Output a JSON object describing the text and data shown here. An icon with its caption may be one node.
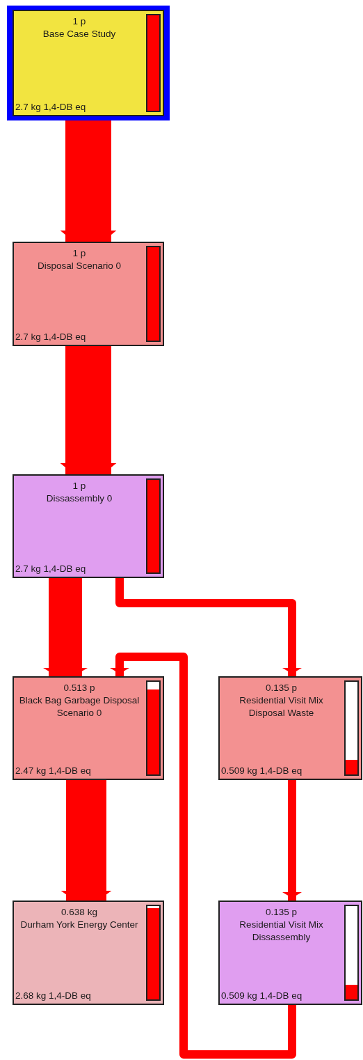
{
  "diagram": {
    "nodes": [
      {
        "text": [
          "1 p",
          "Base Case Study",
          "2.7 kg 1,4-DB eq"
        ]
      },
      {
        "text": [
          "1 p",
          "Disposal Scenario 0",
          "2.7 kg 1,4-DB eq"
        ]
      },
      {
        "text": [
          "1 p",
          "Dissassembly 0",
          "2.7 kg 1,4-DB eq"
        ]
      },
      {
        "text": [
          "0.513 p",
          "Black Bag Garbage Disposal Scenario 0",
          "2.47 kg 1,4-DB eq"
        ]
      },
      {
        "text": [
          "0.135 p",
          "Residential Visit Mix Disposal Waste",
          "0.509 kg 1,4-DB eq"
        ]
      },
      {
        "text": [
          "0.638 kg",
          "Durham York Energy Center",
          "2.68 kg 1,4-DB eq"
        ]
      },
      {
        "text": [
          "0.135 p",
          "Residential Visit Mix Dissassembly",
          "0.509 kg 1,4-DB eq"
        ]
      }
    ],
    "edges": [
      {
        "from": 0,
        "to": 1,
        "arrow": "to"
      },
      {
        "from": 1,
        "to": 2,
        "arrow": "to"
      },
      {
        "from": 2,
        "to": 3,
        "arrow": "to"
      },
      {
        "from": 2,
        "to": 4,
        "arrow": "to"
      },
      {
        "from": 3,
        "to": 5,
        "arrow": "to"
      },
      {
        "from": 4,
        "to": 6,
        "arrow": "to"
      },
      {
        "from": 6,
        "to": 3,
        "arrow": "to"
      }
    ]
  }
}
